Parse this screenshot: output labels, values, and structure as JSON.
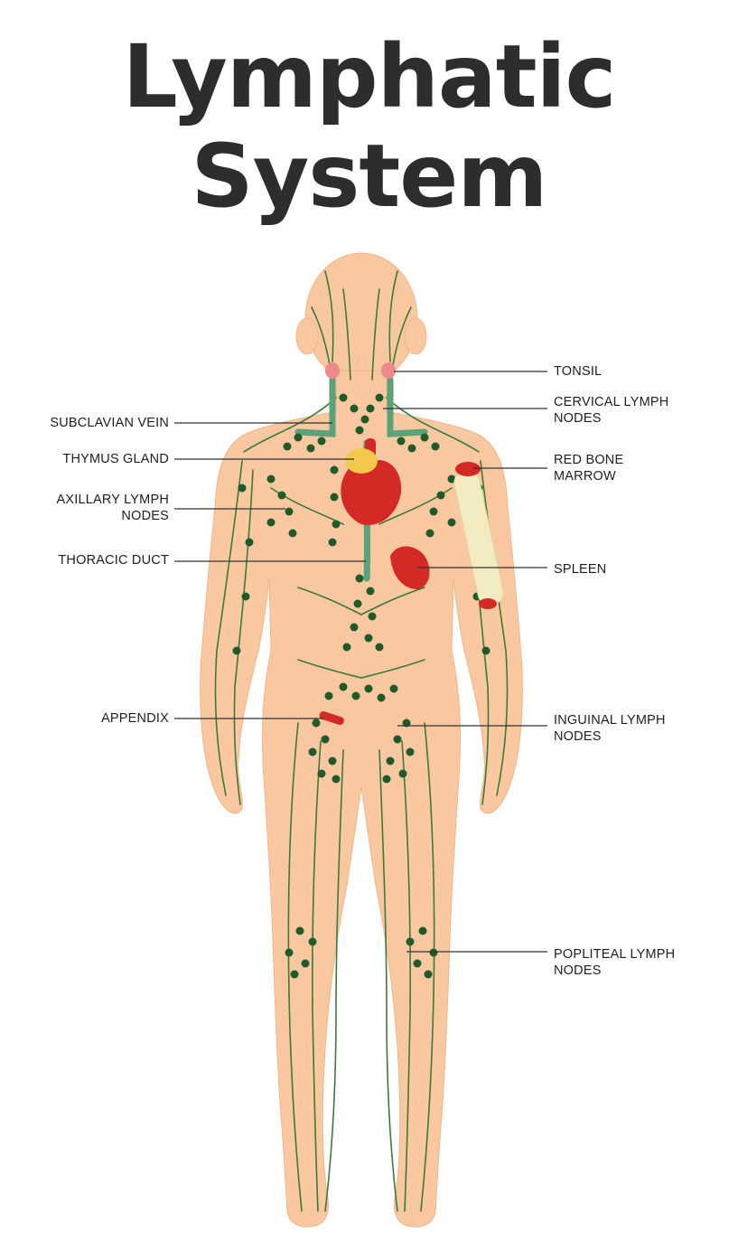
{
  "title": {
    "line1": "Lymphatic",
    "line2": "System"
  },
  "colors": {
    "skin": "#f9c8a0",
    "lymph_vessel": "#3a7a3c",
    "lymph_node": "#1f5a2b",
    "duct": "#5aa27a",
    "organ_red": "#d32a26",
    "thymus_yellow": "#f2c94c",
    "bone": "#f3ecc2",
    "text": "#1e1e1e"
  },
  "labels_left": [
    {
      "id": "subclavian-vein",
      "lines": [
        "SUBCLAVIAN VEIN"
      ]
    },
    {
      "id": "thymus-gland",
      "lines": [
        "THYMUS GLAND"
      ]
    },
    {
      "id": "axillary-lymph-nodes",
      "lines": [
        "AXILLARY LYMPH",
        "NODES"
      ]
    },
    {
      "id": "thoracic-duct",
      "lines": [
        "THORACIC DUCT"
      ]
    },
    {
      "id": "appendix",
      "lines": [
        "APPENDIX"
      ]
    }
  ],
  "labels_right": [
    {
      "id": "tonsil",
      "lines": [
        "TONSIL"
      ]
    },
    {
      "id": "cervical-lymph-nodes",
      "lines": [
        "CERVICAL LYMPH",
        "NODES"
      ]
    },
    {
      "id": "red-bone-marrow",
      "lines": [
        "RED BONE",
        "MARROW"
      ]
    },
    {
      "id": "spleen",
      "lines": [
        "SPLEEN"
      ]
    },
    {
      "id": "inguinal-lymph-nodes",
      "lines": [
        "INGUINAL LYMPH",
        "NODES"
      ]
    },
    {
      "id": "popliteal-lymph-nodes",
      "lines": [
        "POPLITEAL LYMPH",
        "NODES"
      ]
    }
  ]
}
